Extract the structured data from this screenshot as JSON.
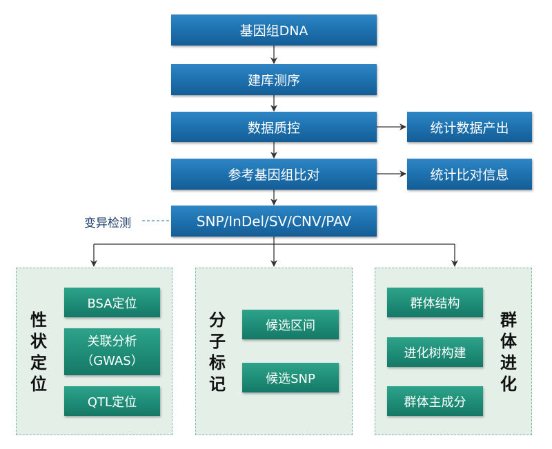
{
  "pipeline": [
    {
      "label": "基因组DNA"
    },
    {
      "label": "建库测序"
    },
    {
      "label": "数据质控"
    },
    {
      "label": "参考基因组比对"
    },
    {
      "label": "SNP/InDel/SV/CNV/PAV"
    }
  ],
  "outputs": [
    {
      "label": "统计数据产出"
    },
    {
      "label": "统计比对信息"
    }
  ],
  "variant_detection_label": "变异检测",
  "panels": [
    {
      "title": "性状定位",
      "items": [
        "BSA定位",
        "关联分析\n（GWAS）",
        "QTL定位"
      ]
    },
    {
      "title": "分子标记",
      "items": [
        "候选区间",
        "候选SNP"
      ]
    },
    {
      "title": "群体进化",
      "items": [
        "群体结构",
        "进化树构建",
        "群体主成分"
      ]
    }
  ],
  "colors": {
    "box_blue": "#1f73b1",
    "box_green": "#1e8c76",
    "panel_bg": "#e4efe8",
    "connector": "#333333",
    "dashed_link": "#4a8fc0"
  }
}
